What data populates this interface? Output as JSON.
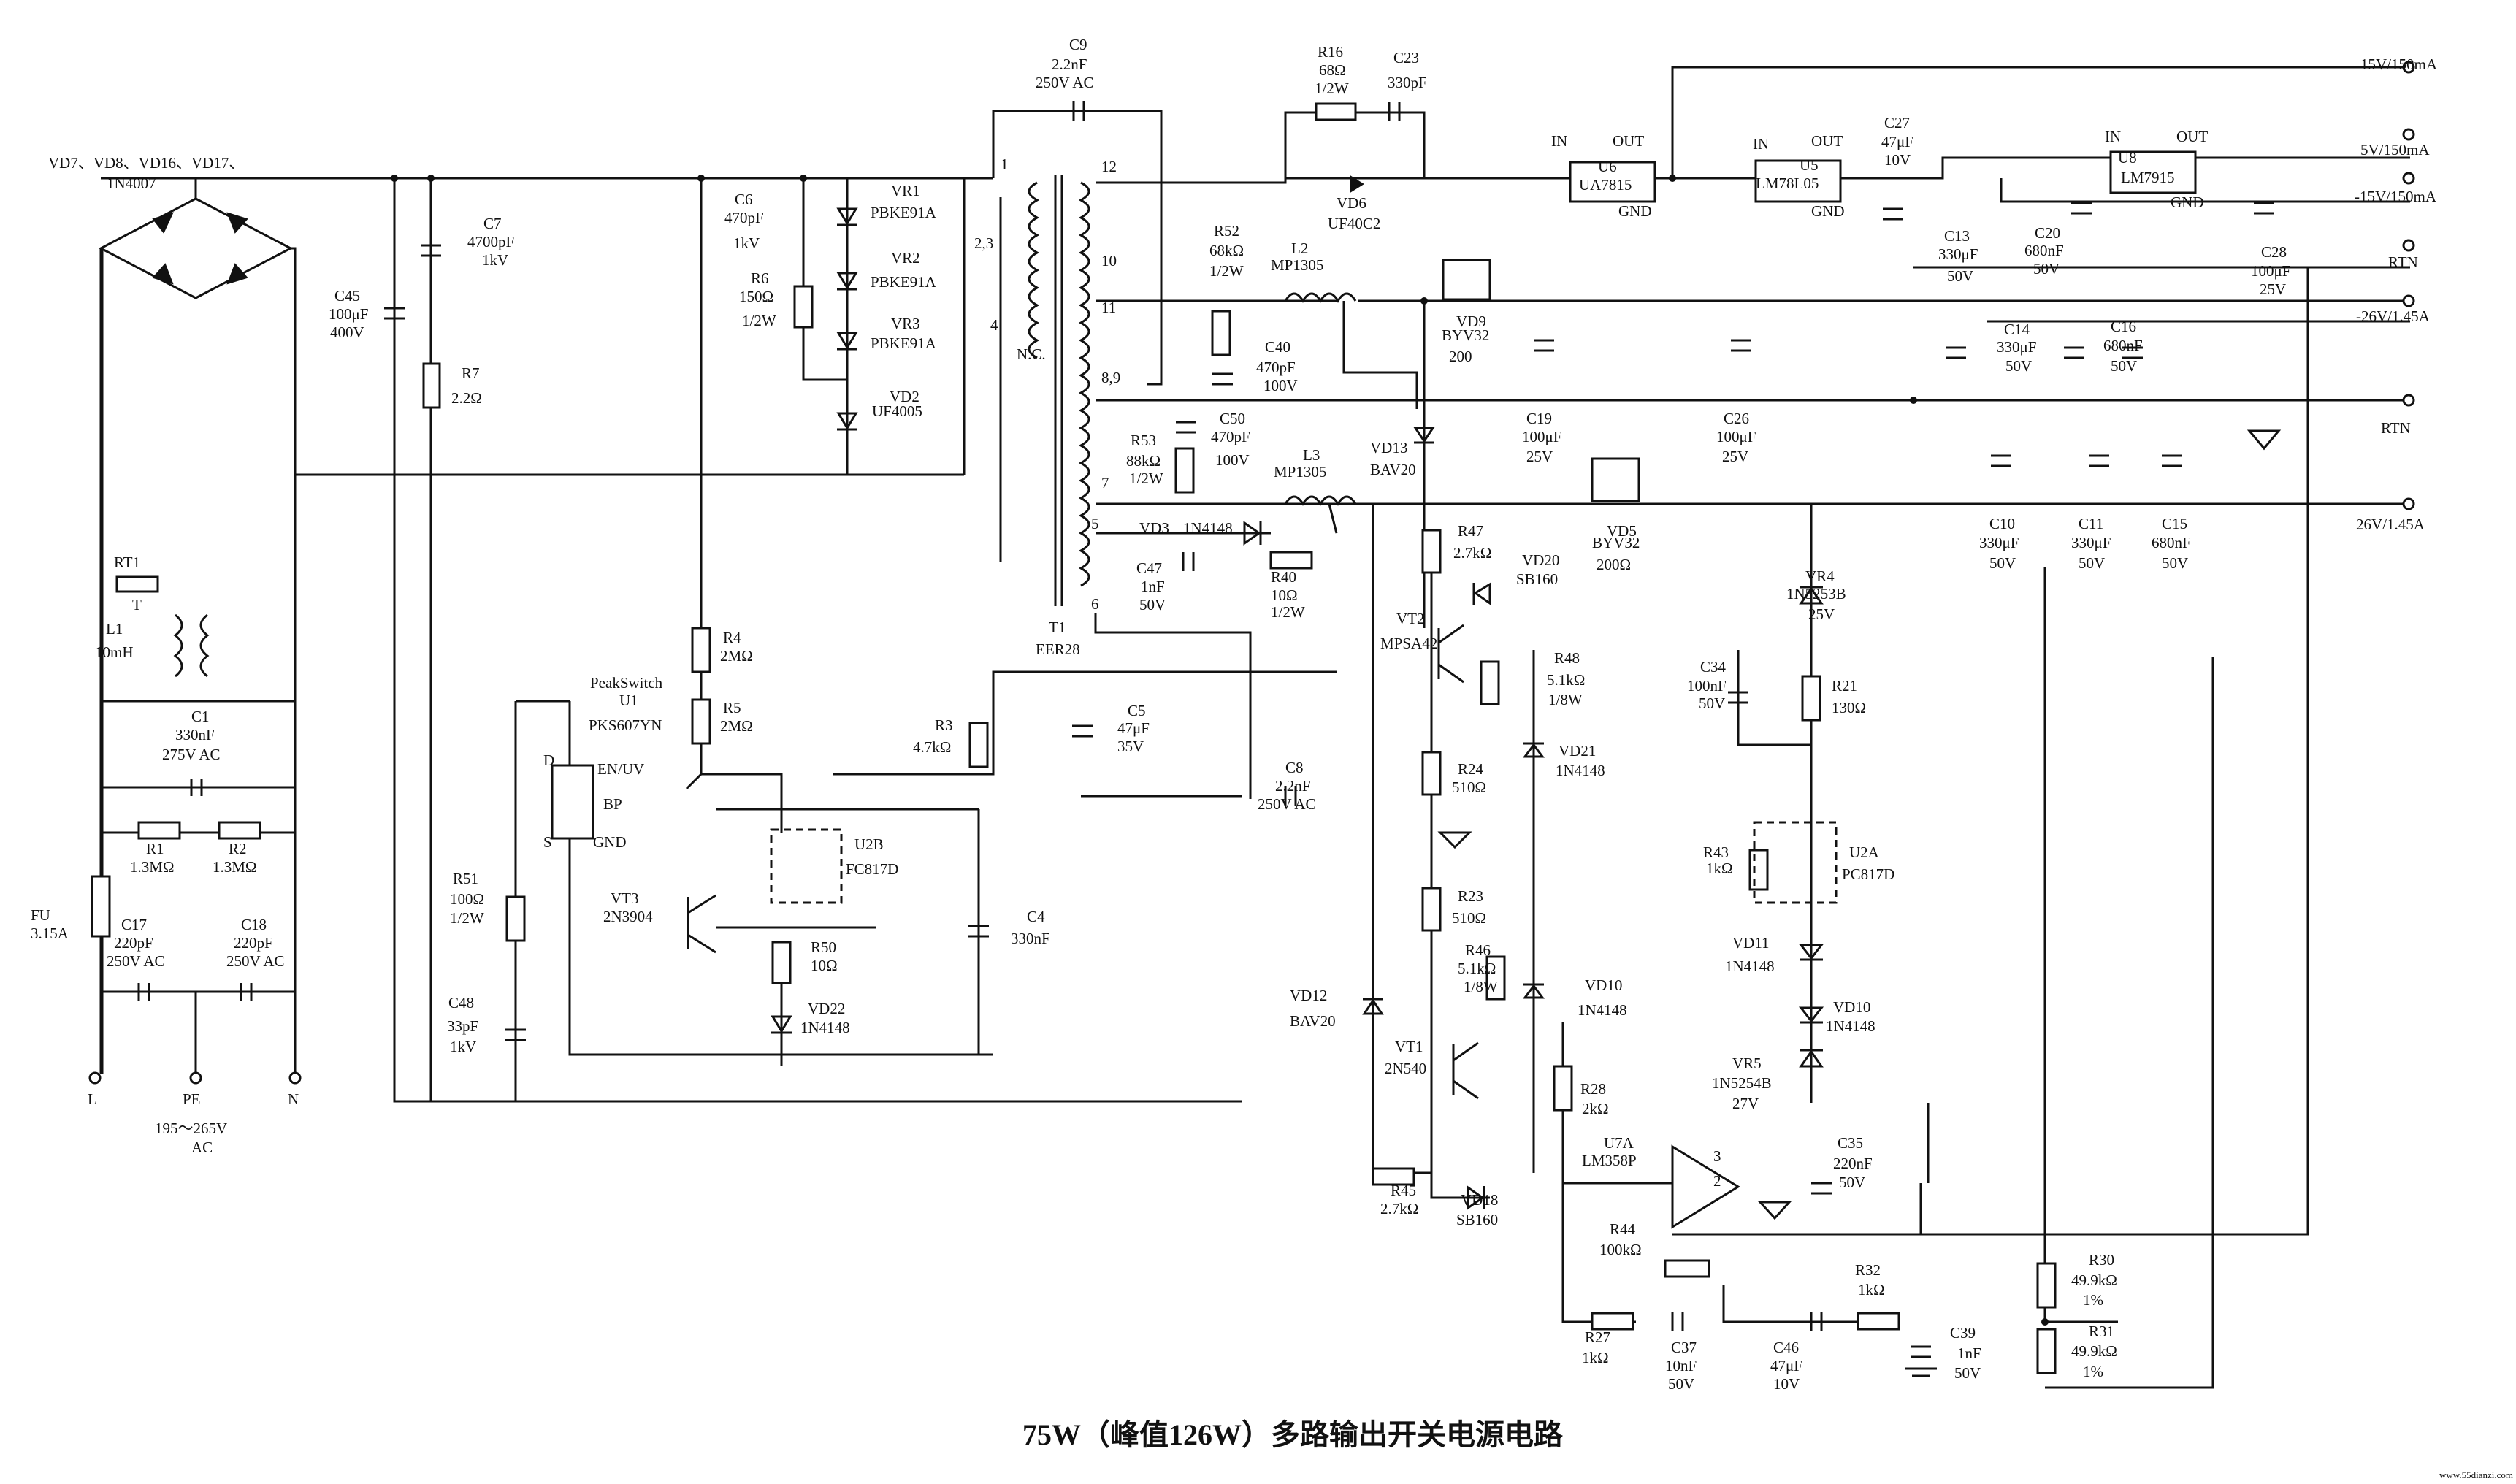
{
  "title": "75W（峰值126W）多路输出开关电源电路",
  "watermark": "www.55dianzi.com",
  "input": {
    "rectifier": "VD7、VD8、VD16、VD17、",
    "rectifier_part": "1N4007",
    "L": "L",
    "PE": "PE",
    "N": "N",
    "range": "195～265V",
    "ac": "AC"
  },
  "labels": [
    [
      "RT1",
      156,
      777
    ],
    [
      "T",
      181,
      835
    ],
    [
      "L1",
      145,
      868
    ],
    [
      "10mH",
      130,
      900
    ],
    [
      "C1",
      262,
      988
    ],
    [
      "330nF",
      240,
      1013
    ],
    [
      "275V AC",
      222,
      1040
    ],
    [
      "R1",
      200,
      1169
    ],
    [
      "1.3MΩ",
      178,
      1194
    ],
    [
      "R2",
      313,
      1169
    ],
    [
      "1.3MΩ",
      291,
      1194
    ],
    [
      "FU",
      42,
      1260
    ],
    [
      "3.15A",
      42,
      1285
    ],
    [
      "C17",
      166,
      1273
    ],
    [
      "220pF",
      156,
      1298
    ],
    [
      "250V AC",
      146,
      1323
    ],
    [
      "C18",
      330,
      1273
    ],
    [
      "220pF",
      320,
      1298
    ],
    [
      "250V AC",
      310,
      1323
    ],
    [
      "C7",
      662,
      313
    ],
    [
      "4700pF",
      640,
      338
    ],
    [
      "1kV",
      660,
      363
    ],
    [
      "C45",
      458,
      412
    ],
    [
      "100μF",
      450,
      437
    ],
    [
      "400V",
      452,
      462
    ],
    [
      "R7",
      632,
      518
    ],
    [
      "2.2Ω",
      618,
      552
    ],
    [
      "C6",
      1006,
      280
    ],
    [
      "470pF",
      992,
      305
    ],
    [
      "1kV",
      1004,
      340
    ],
    [
      "R6",
      1028,
      388
    ],
    [
      "150Ω",
      1012,
      413
    ],
    [
      "1/2W",
      1016,
      446
    ],
    [
      "VR1",
      1220,
      268
    ],
    [
      "PBKE91A",
      1192,
      298
    ],
    [
      "VR2",
      1220,
      360
    ],
    [
      "PBKE91A",
      1192,
      393
    ],
    [
      "VR3",
      1220,
      450
    ],
    [
      "PBKE91A",
      1192,
      477
    ],
    [
      "VD2",
      1218,
      550
    ],
    [
      "UF4005",
      1194,
      570
    ],
    [
      "C9",
      1464,
      68
    ],
    [
      "2.2nF",
      1440,
      95
    ],
    [
      "250V AC",
      1418,
      120
    ],
    [
      "1",
      1370,
      232
    ],
    [
      "2,3",
      1334,
      340
    ],
    [
      "4",
      1356,
      452
    ],
    [
      "N.C.",
      1392,
      492
    ],
    [
      "12",
      1508,
      235
    ],
    [
      "10",
      1508,
      364
    ],
    [
      "11",
      1508,
      428
    ],
    [
      "8,9",
      1508,
      524
    ],
    [
      "7",
      1508,
      668
    ],
    [
      "5",
      1494,
      724
    ],
    [
      "6",
      1494,
      834
    ],
    [
      "T1",
      1436,
      866
    ],
    [
      "EER28",
      1418,
      896
    ],
    [
      "R16",
      1804,
      78
    ],
    [
      "68Ω",
      1806,
      103
    ],
    [
      "1/2W",
      1800,
      128
    ],
    [
      "C23",
      1908,
      86
    ],
    [
      "330pF",
      1900,
      120
    ],
    [
      "VD6",
      1830,
      285
    ],
    [
      "UF40C2",
      1818,
      313
    ],
    [
      "R52",
      1662,
      323
    ],
    [
      "68kΩ",
      1656,
      350
    ],
    [
      "1/2W",
      1656,
      378
    ],
    [
      "L2",
      1768,
      347
    ],
    [
      "MP1305",
      1740,
      370
    ],
    [
      "VD9",
      1994,
      447
    ],
    [
      "BYV32",
      1974,
      466
    ],
    [
      "200",
      1984,
      495
    ],
    [
      "C40",
      1732,
      482
    ],
    [
      "470pF",
      1720,
      510
    ],
    [
      "100V",
      1730,
      535
    ],
    [
      "C50",
      1670,
      580
    ],
    [
      "470pF",
      1658,
      605
    ],
    [
      "100V",
      1664,
      637
    ],
    [
      "R53",
      1548,
      610
    ],
    [
      "88kΩ",
      1542,
      638
    ],
    [
      "1/2W",
      1546,
      662
    ],
    [
      "L3",
      1784,
      630
    ],
    [
      "MP1305",
      1744,
      653
    ],
    [
      "VD13",
      1876,
      620
    ],
    [
      "BAV20",
      1876,
      650
    ],
    [
      "VD3",
      1560,
      730
    ],
    [
      "1N4148",
      1620,
      730
    ],
    [
      "C47",
      1556,
      785
    ],
    [
      "1nF",
      1562,
      810
    ],
    [
      "50V",
      1560,
      835
    ],
    [
      "R40",
      1740,
      797
    ],
    [
      "10Ω",
      1740,
      822
    ],
    [
      "1/2W",
      1740,
      845
    ],
    [
      "VD5",
      2200,
      734
    ],
    [
      "BYV32",
      2180,
      750
    ],
    [
      "200Ω",
      2186,
      780
    ],
    [
      "R47",
      1996,
      734
    ],
    [
      "2.7kΩ",
      1990,
      764
    ],
    [
      "VD20",
      2084,
      774
    ],
    [
      "SB160",
      2076,
      800
    ],
    [
      "VT2",
      1912,
      854
    ],
    [
      "MPSA42",
      1890,
      888
    ],
    [
      "R48",
      2128,
      908
    ],
    [
      "5.1kΩ",
      2118,
      938
    ],
    [
      "1/8W",
      2120,
      965
    ],
    [
      "VD21",
      2134,
      1035
    ],
    [
      "1N4148",
      2130,
      1062
    ],
    [
      "R24",
      1996,
      1060
    ],
    [
      "510Ω",
      1988,
      1085
    ],
    [
      "R23",
      1996,
      1234
    ],
    [
      "510Ω",
      1988,
      1264
    ],
    [
      "R46",
      2006,
      1308
    ],
    [
      "5.1kΩ",
      1996,
      1333
    ],
    [
      "1/8W",
      2004,
      1358
    ],
    [
      "VD10",
      2170,
      1356
    ],
    [
      "1N4148",
      2160,
      1390
    ],
    [
      "VD12",
      1766,
      1370
    ],
    [
      "BAV20",
      1766,
      1405
    ],
    [
      "VT1",
      1910,
      1440
    ],
    [
      "2N540",
      1896,
      1470
    ],
    [
      "R28",
      2164,
      1498
    ],
    [
      "2kΩ",
      2166,
      1525
    ],
    [
      "U7A",
      2196,
      1572
    ],
    [
      "LM358P",
      2166,
      1596
    ],
    [
      "3",
      2346,
      1590
    ],
    [
      "2",
      2346,
      1624
    ],
    [
      "R45",
      1904,
      1637
    ],
    [
      "2.7kΩ",
      1890,
      1662
    ],
    [
      "VD18",
      2000,
      1650
    ],
    [
      "SB160",
      1994,
      1677
    ],
    [
      "R44",
      2204,
      1690
    ],
    [
      "100kΩ",
      2190,
      1718
    ],
    [
      "R27",
      2170,
      1838
    ],
    [
      "1kΩ",
      2166,
      1866
    ],
    [
      "C37",
      2288,
      1852
    ],
    [
      "10nF",
      2280,
      1877
    ],
    [
      "50V",
      2284,
      1902
    ],
    [
      "C46",
      2428,
      1852
    ],
    [
      "47μF",
      2424,
      1877
    ],
    [
      "10V",
      2428,
      1902
    ],
    [
      "R32",
      2540,
      1746
    ],
    [
      "1kΩ",
      2544,
      1773
    ],
    [
      "C39",
      2670,
      1832
    ],
    [
      "1nF",
      2680,
      1860
    ],
    [
      "50V",
      2676,
      1887
    ],
    [
      "R30",
      2860,
      1732
    ],
    [
      "49.9kΩ",
      2836,
      1760
    ],
    [
      "1%",
      2852,
      1787
    ],
    [
      "R31",
      2860,
      1830
    ],
    [
      "49.9kΩ",
      2836,
      1857
    ],
    [
      "1%",
      2852,
      1885
    ],
    [
      "PeakSwitch",
      808,
      942
    ],
    [
      "U1",
      848,
      966
    ],
    [
      "PKS607YN",
      806,
      1000
    ],
    [
      "EN/UV",
      818,
      1060
    ],
    [
      "BP",
      826,
      1108
    ],
    [
      "D",
      744,
      1048
    ],
    [
      "S",
      744,
      1160
    ],
    [
      "GND",
      812,
      1160
    ],
    [
      "R4",
      990,
      880
    ],
    [
      "2MΩ",
      986,
      905
    ],
    [
      "R5",
      990,
      976
    ],
    [
      "2MΩ",
      986,
      1001
    ],
    [
      "U2B",
      1170,
      1163
    ],
    [
      "FC817D",
      1158,
      1197
    ],
    [
      "VT3",
      836,
      1237
    ],
    [
      "2N3904",
      826,
      1262
    ],
    [
      "R50",
      1110,
      1304
    ],
    [
      "10Ω",
      1110,
      1329
    ],
    [
      "VD22",
      1106,
      1388
    ],
    [
      "1N4148",
      1096,
      1414
    ],
    [
      "R3",
      1280,
      1000
    ],
    [
      "4.7kΩ",
      1250,
      1030
    ],
    [
      "C5",
      1544,
      980
    ],
    [
      "47μF",
      1530,
      1004
    ],
    [
      "35V",
      1530,
      1029
    ],
    [
      "C8",
      1760,
      1058
    ],
    [
      "2.2nF",
      1746,
      1083
    ],
    [
      "250V AC",
      1722,
      1108
    ],
    [
      "C4",
      1406,
      1262
    ],
    [
      "330nF",
      1384,
      1292
    ],
    [
      "R51",
      620,
      1210
    ],
    [
      "100Ω",
      616,
      1238
    ],
    [
      "1/2W",
      616,
      1264
    ],
    [
      "C48",
      614,
      1380
    ],
    [
      "33pF",
      612,
      1412
    ],
    [
      "1kV",
      616,
      1440
    ],
    [
      "IN",
      2124,
      200
    ],
    [
      "OUT",
      2208,
      200
    ],
    [
      "U6",
      2188,
      235
    ],
    [
      "UA7815",
      2162,
      260
    ],
    [
      "GND",
      2216,
      296
    ],
    [
      "IN",
      2400,
      204
    ],
    [
      "OUT",
      2480,
      200
    ],
    [
      "U5",
      2464,
      233
    ],
    [
      "LM78L05",
      2404,
      258
    ],
    [
      "GND",
      2480,
      296
    ],
    [
      "IN",
      2882,
      194
    ],
    [
      "OUT",
      2980,
      194
    ],
    [
      "U8",
      2900,
      223
    ],
    [
      "LM7915",
      2904,
      250
    ],
    [
      "GND",
      2972,
      284
    ],
    [
      "C27",
      2580,
      175
    ],
    [
      "47μF",
      2576,
      201
    ],
    [
      "10V",
      2580,
      226
    ],
    [
      "C13",
      2662,
      330
    ],
    [
      "330μF",
      2654,
      355
    ],
    [
      "50V",
      2666,
      385
    ],
    [
      "C20",
      2786,
      326
    ],
    [
      "680nF",
      2772,
      350
    ],
    [
      "50V",
      2784,
      375
    ],
    [
      "C28",
      3096,
      352
    ],
    [
      "100μF",
      3082,
      378
    ],
    [
      "25V",
      3094,
      403
    ],
    [
      "C14",
      2744,
      458
    ],
    [
      "330μF",
      2734,
      482
    ],
    [
      "50V",
      2746,
      508
    ],
    [
      "C16",
      2890,
      454
    ],
    [
      "680nF",
      2880,
      480
    ],
    [
      "50V",
      2890,
      508
    ],
    [
      "C19",
      2090,
      580
    ],
    [
      "100μF",
      2084,
      605
    ],
    [
      "25V",
      2090,
      632
    ],
    [
      "C26",
      2360,
      580
    ],
    [
      "100μF",
      2350,
      605
    ],
    [
      "25V",
      2358,
      632
    ],
    [
      "C10",
      2724,
      724
    ],
    [
      "330μF",
      2710,
      750
    ],
    [
      "50V",
      2724,
      778
    ],
    [
      "C11",
      2846,
      724
    ],
    [
      "330μF",
      2836,
      750
    ],
    [
      "50V",
      2846,
      778
    ],
    [
      "C15",
      2960,
      724
    ],
    [
      "680nF",
      2946,
      750
    ],
    [
      "50V",
      2960,
      778
    ],
    [
      "VR4",
      2472,
      796
    ],
    [
      "1N5253B",
      2446,
      820
    ],
    [
      "25V",
      2476,
      848
    ],
    [
      "C34",
      2328,
      920
    ],
    [
      "100nF",
      2310,
      946
    ],
    [
      "50V",
      2326,
      970
    ],
    [
      "R21",
      2508,
      946
    ],
    [
      "130Ω",
      2508,
      976
    ],
    [
      "R43",
      2332,
      1174
    ],
    [
      "1kΩ",
      2336,
      1196
    ],
    [
      "U2A",
      2532,
      1174
    ],
    [
      "PC817D",
      2522,
      1204
    ],
    [
      "VD11",
      2372,
      1298
    ],
    [
      "1N4148",
      2362,
      1330
    ],
    [
      "VD10",
      2510,
      1386
    ],
    [
      "1N4148",
      2500,
      1412
    ],
    [
      "VR5",
      2372,
      1463
    ],
    [
      "1N5254B",
      2344,
      1490
    ],
    [
      "27V",
      2372,
      1518
    ],
    [
      "C35",
      2516,
      1572
    ],
    [
      "220nF",
      2510,
      1600
    ],
    [
      "50V",
      2518,
      1626
    ],
    [
      "15V/150mA",
      3232,
      95
    ],
    [
      "5V/150mA",
      3232,
      212
    ],
    [
      "-15V/150mA",
      3224,
      276
    ],
    [
      "RTN",
      3270,
      366
    ],
    [
      "-26V/1.45A",
      3226,
      440
    ],
    [
      "RTN",
      3260,
      593
    ],
    [
      "26V/1.45A",
      3226,
      725
    ]
  ],
  "diagram_meta": {
    "text_color": "#111111"
  }
}
